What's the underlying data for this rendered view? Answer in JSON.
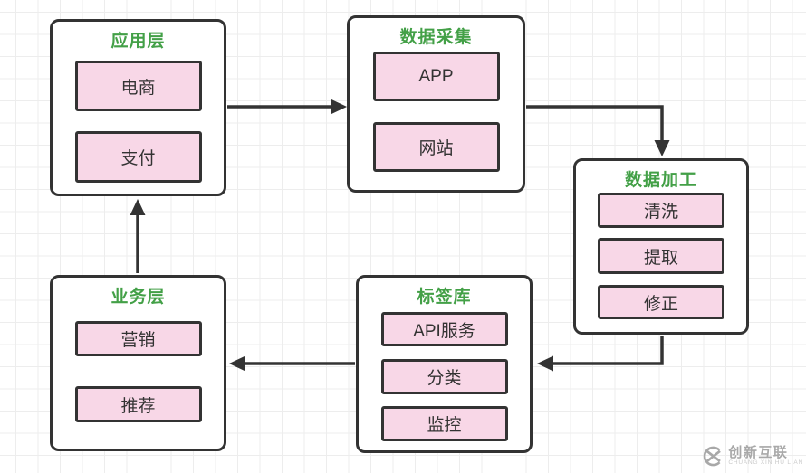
{
  "diagram": {
    "groups": [
      {
        "id": "app-layer",
        "title": "应用层",
        "items": [
          "电商",
          "支付"
        ]
      },
      {
        "id": "data-collection",
        "title": "数据采集",
        "items": [
          "APP",
          "网站"
        ]
      },
      {
        "id": "data-processing",
        "title": "数据加工",
        "items": [
          "清洗",
          "提取",
          "修正"
        ]
      },
      {
        "id": "tag-library",
        "title": "标签库",
        "items": [
          "API服务",
          "分类",
          "监控"
        ]
      },
      {
        "id": "business-layer",
        "title": "业务层",
        "items": [
          "营销",
          "推荐"
        ]
      }
    ],
    "connections": [
      {
        "from": "应用层",
        "to": "数据采集"
      },
      {
        "from": "数据采集",
        "to": "数据加工"
      },
      {
        "from": "数据加工",
        "to": "标签库"
      },
      {
        "from": "标签库",
        "to": "业务层"
      },
      {
        "from": "业务层",
        "to": "应用层"
      }
    ]
  },
  "watermark": {
    "name": "创新互联",
    "subtitle": "CHUANG XIN HU LIAN"
  },
  "colors": {
    "title_green": "#43a047",
    "item_fill": "#f8d7e7",
    "stroke": "#333333",
    "watermark_gray": "#a8a8a8"
  }
}
